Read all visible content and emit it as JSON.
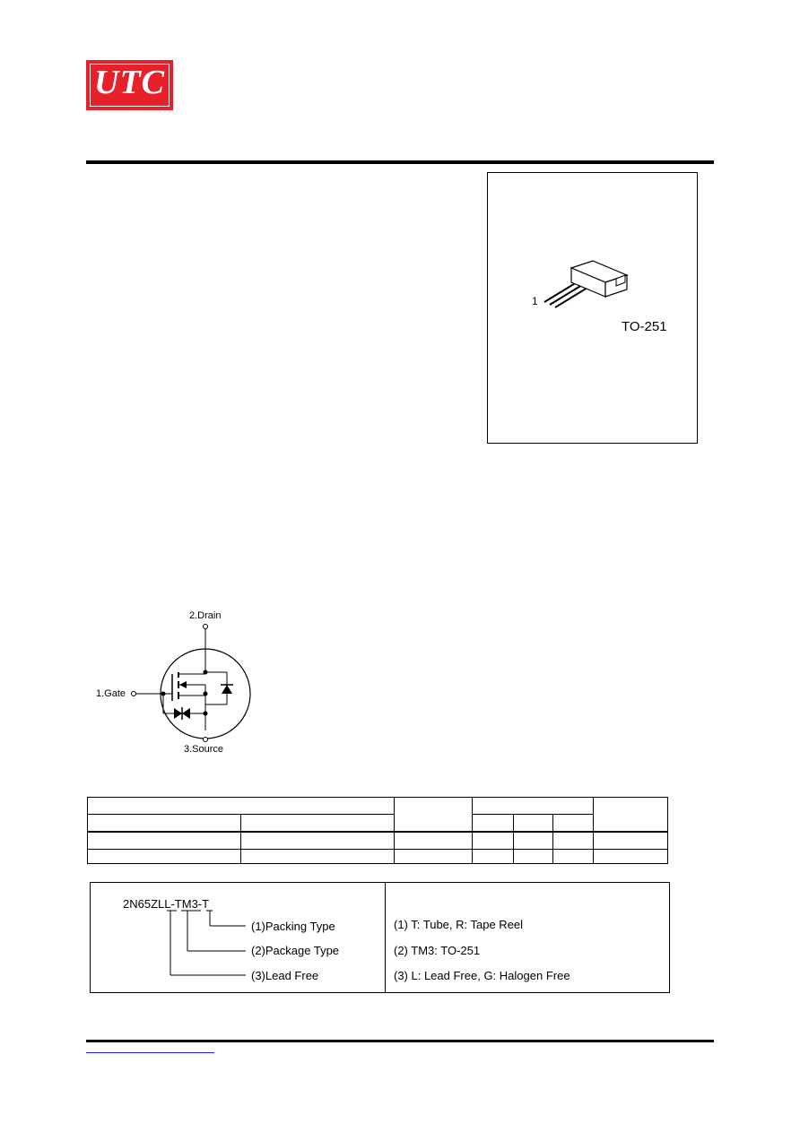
{
  "logo": {
    "text": "UTC",
    "color": "#e8202a"
  },
  "package": {
    "pin_label": "1",
    "name": "TO-251"
  },
  "schematic": {
    "drain": "2.Drain",
    "gate": "1.Gate",
    "source": "3.Source"
  },
  "marking": {
    "part_number": "2N65ZLL-TM3-T",
    "legend": [
      {
        "label": "(1)Packing Type",
        "desc": "(1) T: Tube, R: Tape Reel"
      },
      {
        "label": "(2)Package Type",
        "desc": "(2) TM3: TO-251"
      },
      {
        "label": "(3)Lead Free",
        "desc": "(3) L: Lead Free, G: Halogen Free"
      }
    ]
  },
  "colors": {
    "link": "#1a1aff"
  }
}
